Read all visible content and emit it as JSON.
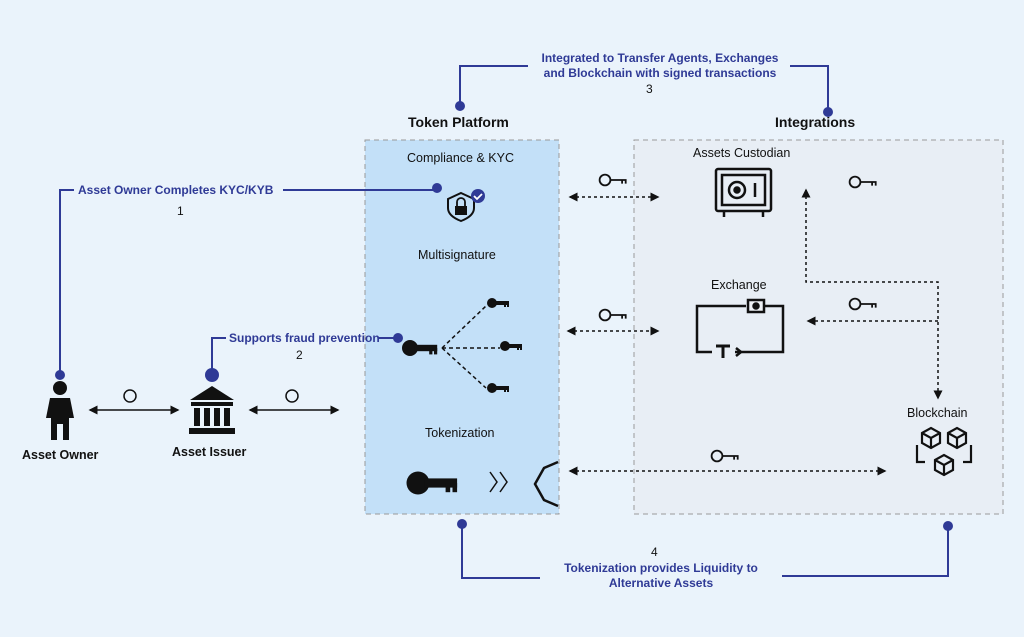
{
  "colors": {
    "accent": "#2f3a96",
    "background": "#eaf3fb",
    "platform_fill": "#c3e0f8",
    "integrations_fill": "#e8eef5"
  },
  "actors": {
    "owner": "Asset Owner",
    "issuer": "Asset Issuer"
  },
  "sections": {
    "platform": "Token Platform",
    "integrations": "Integrations"
  },
  "platform": {
    "compliance": "Compliance & KYC",
    "multisig": "Multisignature",
    "tokenization": "Tokenization"
  },
  "integrations": {
    "custodian": "Assets Custodian",
    "exchange": "Exchange",
    "blockchain": "Blockchain"
  },
  "callouts": {
    "c1": {
      "text": "Asset Owner Completes KYC/KYB",
      "num": "1"
    },
    "c2": {
      "text": "Supports fraud prevention",
      "num": "2"
    },
    "c3": {
      "line1": "Integrated to Transfer Agents, Exchanges",
      "line2": "and Blockchain with signed transactions",
      "num": "3"
    },
    "c4": {
      "line1": "Tokenization provides Liquidity to",
      "line2": "Alternative Assets",
      "num": "4"
    }
  },
  "icons": [
    "person-icon",
    "bank-icon",
    "shield-lock-icon",
    "key-icon",
    "safe-icon",
    "exchange-icon",
    "blockchain-icon",
    "chevron-icon",
    "token-icon",
    "coin-icon"
  ]
}
